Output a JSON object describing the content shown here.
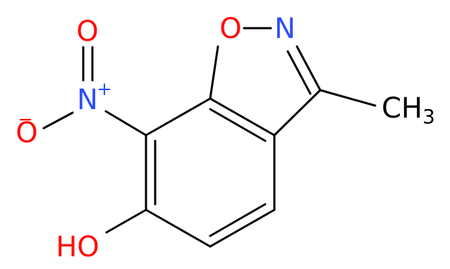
{
  "colors": {
    "background": "#ffffff",
    "bond": "#000000",
    "oxygen": "#ff0d0d",
    "nitrogen": "#3050f8",
    "carbon": "#000000"
  },
  "atoms": {
    "ring_oxygen": {
      "symbol": "O",
      "element": "oxygen"
    },
    "ring_nitrogen": {
      "symbol": "N",
      "element": "nitrogen"
    },
    "nitro_nitrogen": {
      "symbol": "N",
      "charge": "+",
      "element": "nitrogen"
    },
    "nitro_oxygen_double": {
      "symbol": "O",
      "element": "oxygen"
    },
    "nitro_oxygen_single": {
      "symbol": "O",
      "charge": "−",
      "element": "oxygen"
    },
    "hydroxyl": {
      "symbol": "HO",
      "element": "oxygen"
    },
    "methyl": {
      "symbol": "CH",
      "subscript": "3",
      "element": "carbon"
    }
  }
}
